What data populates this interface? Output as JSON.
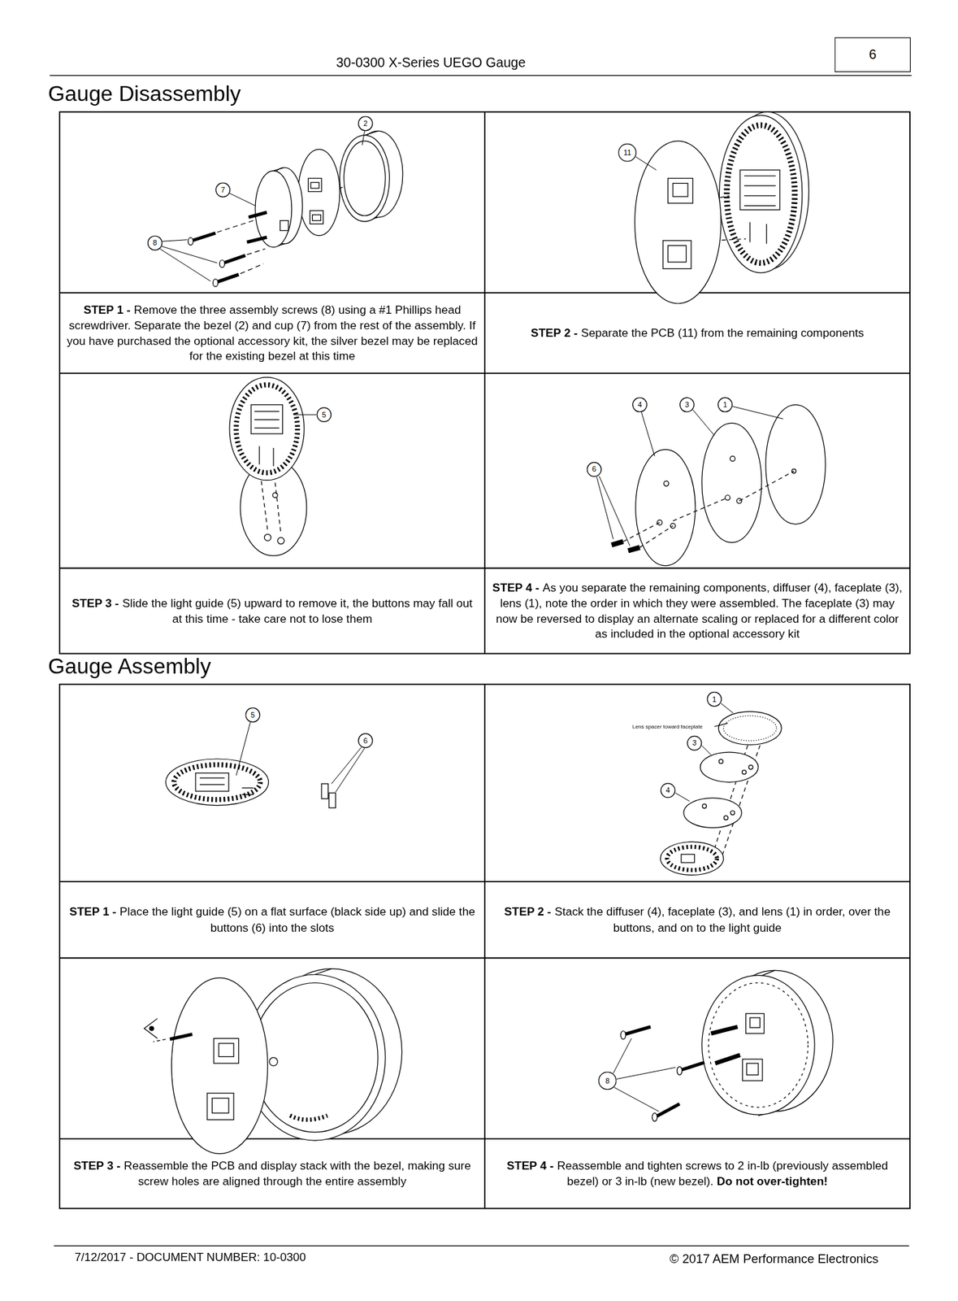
{
  "diagram": {
    "title": "30-0300 X-Series UEGO Gauge",
    "nodes": [
      {
        "text": [
          "6"
        ]
      },
      {
        "text": [
          "2"
        ]
      },
      {
        "text": [
          "7"
        ]
      },
      {
        "text": [
          "8"
        ]
      },
      {
        "text": [
          "11"
        ]
      },
      {
        "text": [
          "STEP 1 -",
          "Remove the three assembly screws (8) using a #1 Phillips head screwdriver. Separate the bezel (2) and cup (7) from the rest of the assembly. If you have purchased the optional accessory kit, the silver bezel may be replaced for the existing bezel at this time"
        ]
      },
      {
        "text": [
          "STEP 2 -",
          "Separate the PCB (11) from the remaining components"
        ]
      },
      {
        "text": [
          "5"
        ]
      },
      {
        "text": [
          "4"
        ]
      },
      {
        "text": [
          "3"
        ]
      },
      {
        "text": [
          "1"
        ]
      },
      {
        "text": [
          "6"
        ]
      },
      {
        "text": [
          "STEP 3 -",
          "Slide the light guide (5) upward to remove it, the buttons may fall out at this time - take care not to lose them"
        ]
      },
      {
        "text": [
          "STEP 4 -",
          "As you separate the remaining components, diffuser (4), faceplate (3), lens (1), note the order in which they were assembled. The faceplate (3) may now be reversed to display an alternate scaling or replaced for a different color as included in the optional accessory kit"
        ]
      },
      {
        "text": [
          "5"
        ]
      },
      {
        "text": [
          "6"
        ]
      },
      {
        "text": [
          "1"
        ]
      },
      {
        "text": [
          "3"
        ]
      },
      {
        "text": [
          "4"
        ]
      },
      {
        "text": [
          "STEP 1 -",
          "Place the light guide (5) on a flat surface (black side up) and slide the buttons (6) into the slots"
        ]
      },
      {
        "text": [
          "STEP 2 -",
          "Stack the diffuser (4), faceplate (3), and lens (1) in order, over the buttons, and on to the light guide"
        ]
      },
      {
        "text": [
          "8"
        ]
      },
      {
        "text": [
          "STEP 3 -",
          "Reassemble the PCB and display stack with the bezel, making sure screw holes are aligned through the entire assembly"
        ]
      },
      {
        "text": [
          "STEP 4 -",
          "Reassemble and tighten screws to 2 in-lb (previously assembled bezel) or 3 in-lb (new bezel).",
          "Do not over-tighten!"
        ]
      }
    ],
    "labels": [
      "Gauge Disassembly",
      "Gauge Assembly",
      "Lens spacer toward faceplate",
      "7/12/2017 -  DOCUMENT NUMBER: 10-0300",
      "© 2017 AEM Performance Electronics"
    ]
  }
}
